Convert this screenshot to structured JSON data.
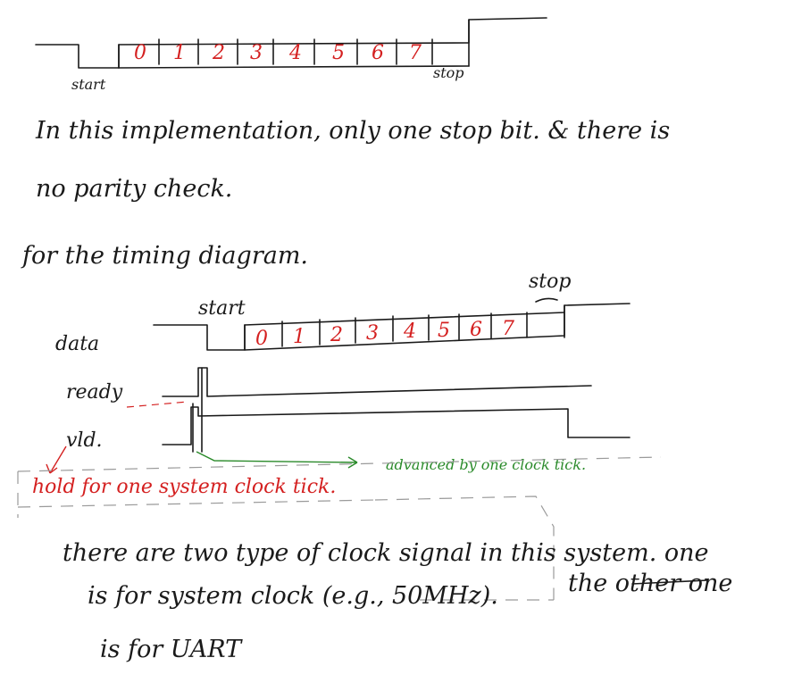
{
  "top_frame": {
    "bits": [
      "0",
      "1",
      "2",
      "3",
      "4",
      "5",
      "6",
      "7"
    ],
    "start_label": "start",
    "stop_label": "stop"
  },
  "notes": {
    "line1": "In this implementation, only one stop bit. & there is",
    "line2": "no parity check.",
    "line3": "for the timing diagram."
  },
  "timing": {
    "start_label": "start",
    "stop_label": "stop",
    "bits": [
      "0",
      "1",
      "2",
      "3",
      "4",
      "5",
      "6",
      "7"
    ],
    "signals": [
      "data",
      "ready",
      "vld."
    ],
    "hold_note": "hold for one system clock tick.",
    "advance_note": "advanced by one clock tick."
  },
  "footer": {
    "line1": "there are two type of clock signal in this system. one",
    "line2_a": "is for system clock (e.g., 50MHz).",
    "line2_b": "the other one",
    "line3": "is for UART"
  },
  "colors": {
    "ink": "#1a1a1a",
    "bits": "#d42020",
    "hold": "#d42020",
    "advance": "#2a8a2a",
    "dashed": "#9a9a9a"
  }
}
